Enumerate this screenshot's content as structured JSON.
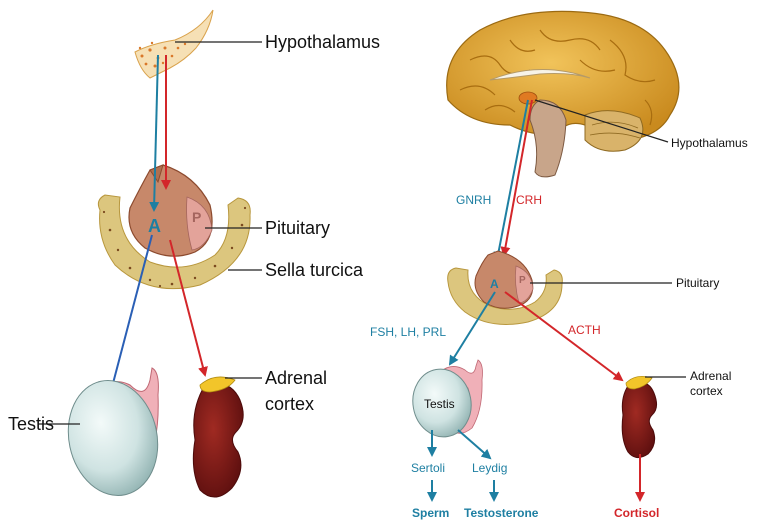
{
  "left_panel": {
    "hypothalamus": "Hypothalamus",
    "pituitary": "Pituitary",
    "sella_turcica": "Sella turcica",
    "adrenal_line1": "Adrenal",
    "adrenal_line2": "cortex",
    "testis": "Testis",
    "anterior_letter": "A",
    "posterior_letter": "P"
  },
  "right_panel": {
    "hypothalamus": "Hypothalamus",
    "pituitary": "Pituitary",
    "gnrh": "GNRH",
    "crh": "CRH",
    "acth": "ACTH",
    "fsh_lh_prl": "FSH, LH, PRL",
    "adrenal_line1": "Adrenal",
    "adrenal_line2": "cortex",
    "testis": "Testis",
    "sertoli": "Sertoli",
    "leydig": "Leydig",
    "sperm": "Sperm",
    "testosterone": "Testosterone",
    "cortisol": "Cortisol",
    "anterior_letter": "A",
    "posterior_letter": "P"
  },
  "colors": {
    "teal_pathway": "#1e7fa2",
    "red_pathway": "#d3262a",
    "blue_arrow": "#2a5fb5",
    "bone": "#d9c27a",
    "pituitary_anterior": "#c7886a",
    "pituitary_posterior": "#e3a39a",
    "kidney": "#7a1515",
    "testis": "#cfe3e2"
  }
}
